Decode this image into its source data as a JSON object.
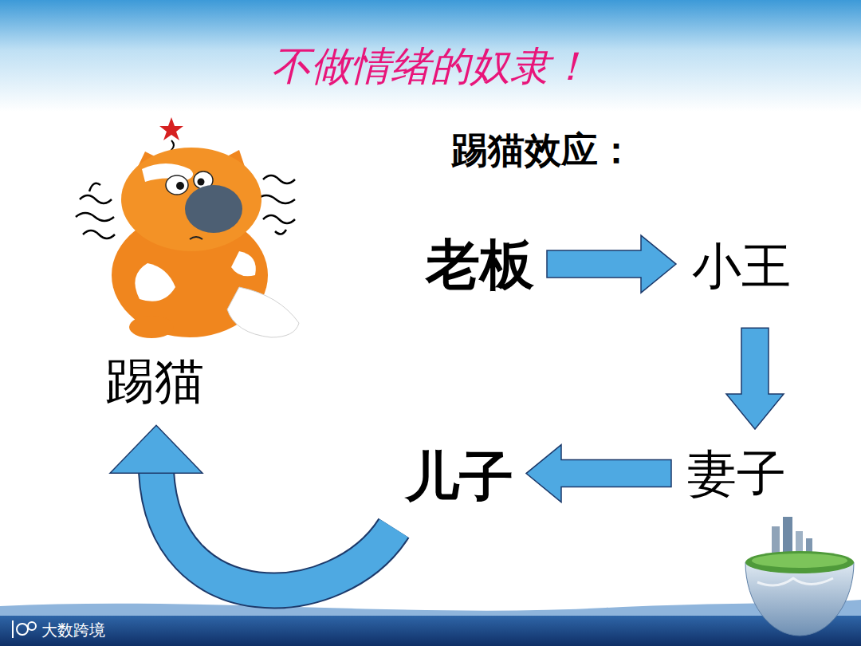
{
  "diagram": {
    "title": "不做情绪的奴隶！",
    "nodes": [
      {
        "text": [
          "老板"
        ]
      },
      {
        "text": [
          "小王"
        ]
      },
      {
        "text": [
          "妻子"
        ]
      },
      {
        "text": [
          "儿子"
        ]
      },
      {
        "text": [
          "踢猫"
        ]
      }
    ],
    "edges": [
      {
        "from": 0,
        "to": 1,
        "arrow": "to"
      },
      {
        "from": 1,
        "to": 2,
        "arrow": "to"
      },
      {
        "from": 2,
        "to": 3,
        "arrow": "to"
      },
      {
        "from": 3,
        "to": 4,
        "arrow": "to"
      }
    ],
    "labels": [
      "踢猫效应：",
      "大数跨境"
    ]
  }
}
